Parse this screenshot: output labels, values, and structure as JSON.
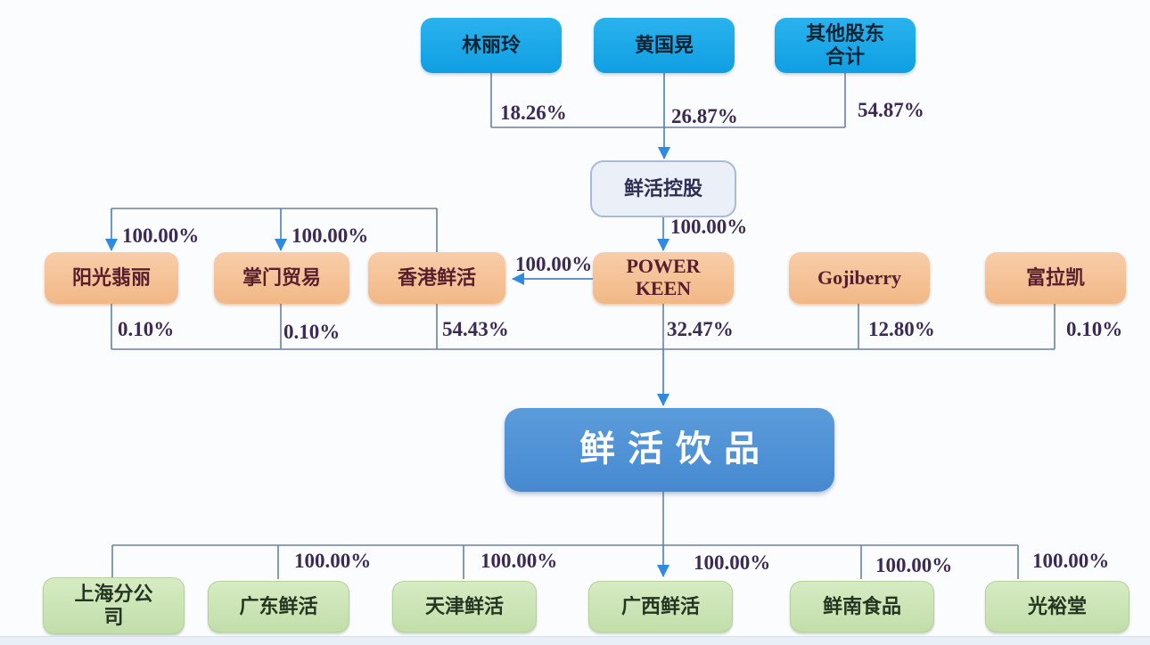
{
  "diagram_type": "equity-ownership-structure",
  "nodes": {
    "lin": "林丽玲",
    "huang": "黄国晃",
    "other": "其他股东\n合计",
    "holding": "鲜活控股",
    "yangguang": "阳光翡丽",
    "zhangmen": "掌门贸易",
    "hk": "香港鲜活",
    "powerkeen": "POWER\nKEEN",
    "gojiberry": "Gojiberry",
    "fulakai": "富拉凯",
    "issuer": "鲜活饮品",
    "shanghai": "上海分公\n司",
    "guangdong": "广东鲜活",
    "tianjin": "天津鲜活",
    "guangxi": "广西鲜活",
    "xiannan": "鲜南食品",
    "guangyu": "光裕堂"
  },
  "percents": {
    "lin_holding": "18.26%",
    "huang_holding": "26.87%",
    "other_holding": "54.87%",
    "holding_powerkeen": "100.00%",
    "hk_yangguang": "100.00%",
    "hk_zhangmen": "100.00%",
    "powerkeen_hk": "100.00%",
    "yangguang_issuer": "0.10%",
    "zhangmen_issuer": "0.10%",
    "hk_issuer": "54.43%",
    "powerkeen_issuer": "32.47%",
    "gojiberry_issuer": "12.80%",
    "fulakai_issuer": "0.10%",
    "issuer_guangdong": "100.00%",
    "issuer_tianjin": "100.00%",
    "issuer_guangxi": "100.00%",
    "issuer_xiannan": "100.00%",
    "issuer_guangyu": "100.00%"
  },
  "colors": {
    "shareholder_box": "#14a5e6",
    "holding_box_fill": "#ebeff8",
    "holding_box_border": "#a9bad4",
    "intermediate_box": "#f5c297",
    "issuer_box": "#4d93d7",
    "subsidiary_box": "#cbe4b4",
    "percent_text": "#3c2a55",
    "connector_line": "#6b82a0",
    "arrowhead": "#2f8be0"
  }
}
